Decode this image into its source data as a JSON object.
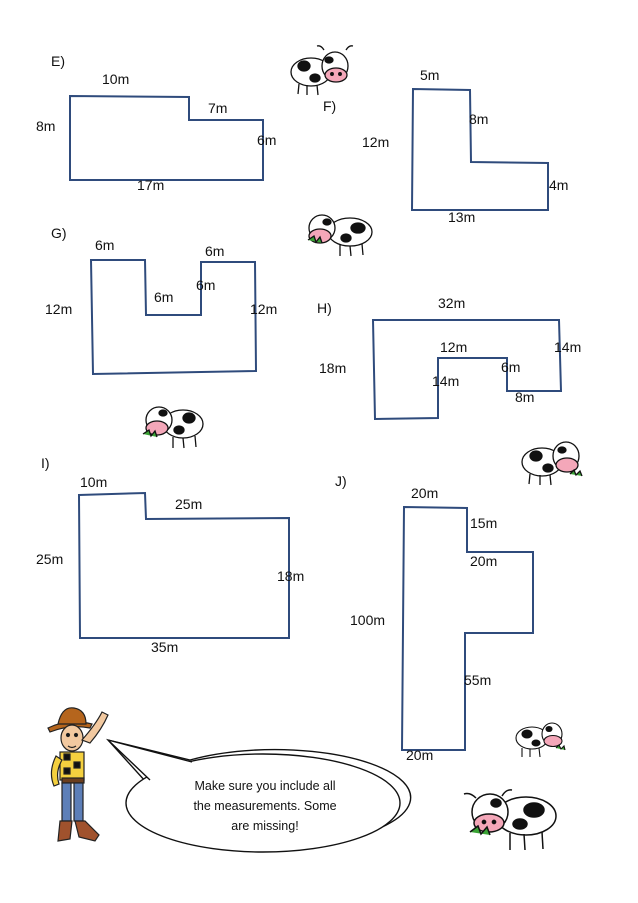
{
  "problems": [
    {
      "id": "E)",
      "labels": [
        "10m",
        "7m",
        "8m",
        "6m",
        "17m"
      ]
    },
    {
      "id": "F)",
      "labels": [
        "5m",
        "8m",
        "12m",
        "4m",
        "13m"
      ]
    },
    {
      "id": "G)",
      "labels": [
        "6m",
        "6m",
        "6m",
        "6m",
        "12m",
        "12m"
      ]
    },
    {
      "id": "H)",
      "labels": [
        "32m",
        "12m",
        "14m",
        "18m",
        "6m",
        "14m",
        "8m"
      ]
    },
    {
      "id": "I)",
      "labels": [
        "10m",
        "25m",
        "25m",
        "18m",
        "35m"
      ]
    },
    {
      "id": "J)",
      "labels": [
        "20m",
        "15m",
        "20m",
        "100m",
        "55m",
        "20m"
      ]
    }
  ],
  "speech_bubble": {
    "line1": "Make sure you include all",
    "line2": "the measurements. Some",
    "line3": "are missing!"
  },
  "colors": {
    "shape_outline": "#2f4b7c",
    "cow_nose": "#f4a7b9",
    "grass": "#3aa335"
  },
  "icons": [
    "cow-icon",
    "cowboy-character-icon"
  ]
}
